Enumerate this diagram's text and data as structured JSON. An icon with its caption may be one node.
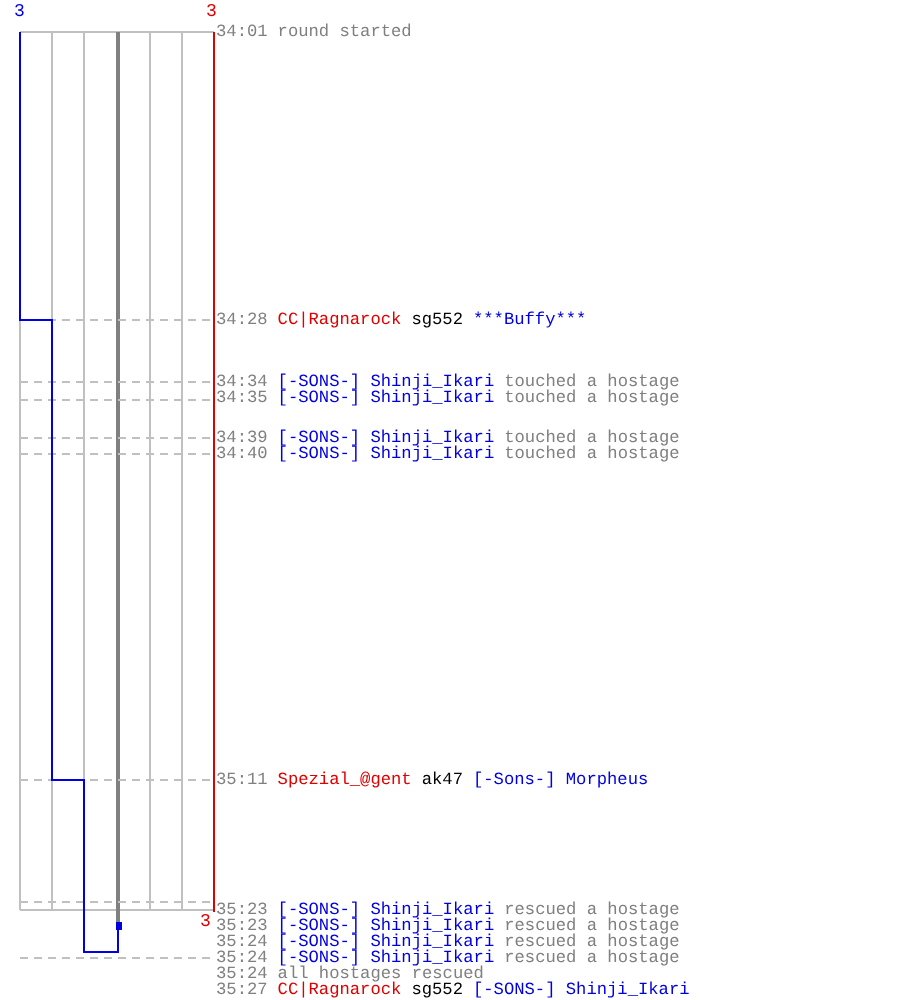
{
  "diagram": {
    "labels": [
      "3",
      "3",
      "34:01",
      "round started",
      "34:28",
      "CC|Ragnarock",
      "sg552",
      "***Buffy***",
      "34:34",
      "[-SONS-] Shinji_Ikari",
      "touched a hostage",
      "34:35",
      "[-SONS-] Shinji_Ikari",
      "touched a hostage",
      "34:39",
      "[-SONS-] Shinji_Ikari",
      "touched a hostage",
      "34:40",
      "[-SONS-] Shinji_Ikari",
      "touched a hostage",
      "35:11",
      "Spezial_@gent",
      "ak47",
      "[-Sons-] Morpheus",
      "35:23",
      "[-SONS-] Shinji_Ikari",
      "rescued a hostage",
      "3",
      "35:23",
      "[-SONS-] Shinji_Ikari",
      "rescued a hostage",
      "35:24",
      "[-SONS-] Shinji_Ikari",
      "rescued a hostage",
      "35:24",
      "[-SONS-] Shinji_Ikari",
      "rescued a hostage",
      "35:24",
      "all hostages rescued",
      "35:27",
      "CC|Ragnarock",
      "sg552",
      "[-SONS-] Shinji_Ikari"
    ]
  }
}
